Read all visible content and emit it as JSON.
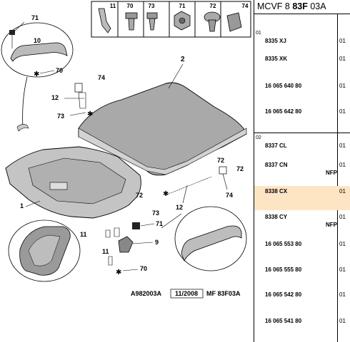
{
  "header": {
    "prefix": "MCVF 8",
    "bold": "83F",
    "suffix": "03A"
  },
  "strip": [
    "11",
    "70",
    "73",
    "71",
    "72",
    "74"
  ],
  "callouts": {
    "c71": "71",
    "c10": "10",
    "c70a": "70",
    "c74a": "74",
    "c12a": "12",
    "c73a": "73",
    "c2": "2",
    "c72a": "72",
    "c72b": "72",
    "c72c": "72",
    "c74b": "74",
    "c1": "1",
    "c73b": "73",
    "c12b": "12",
    "c71b": "71",
    "c11": "11",
    "c9": "9",
    "c11b": "11",
    "c70b": "70"
  },
  "footer": {
    "ref": "A982003A",
    "date": "11/2008",
    "code": "MF 83F03A"
  },
  "groups": [
    {
      "label": "01",
      "parts": [
        {
          "pn": "8335 XJ",
          "qty": "01"
        },
        {
          "pn": "8335 XK",
          "qty": "01"
        },
        {
          "pn": "16 065 640 80",
          "qty": "01"
        },
        {
          "pn": "16 065 642 80",
          "qty": "01"
        }
      ]
    },
    {
      "label": "02",
      "parts": [
        {
          "pn": "8337 CL",
          "qty": "01"
        },
        {
          "pn": "8337 CN",
          "nfp": "NFP",
          "qty": "01"
        },
        {
          "pn": "8338 CX",
          "qty": "01",
          "highlight": true
        },
        {
          "pn": "8338 CY",
          "nfp": "NFP",
          "qty": "01"
        },
        {
          "pn": "16 065 553 80",
          "qty": "01"
        },
        {
          "pn": "16 065 555 80",
          "qty": "01"
        },
        {
          "pn": "16 065 542 80",
          "qty": "01"
        },
        {
          "pn": "16 065 541 80",
          "qty": "01"
        }
      ]
    }
  ]
}
